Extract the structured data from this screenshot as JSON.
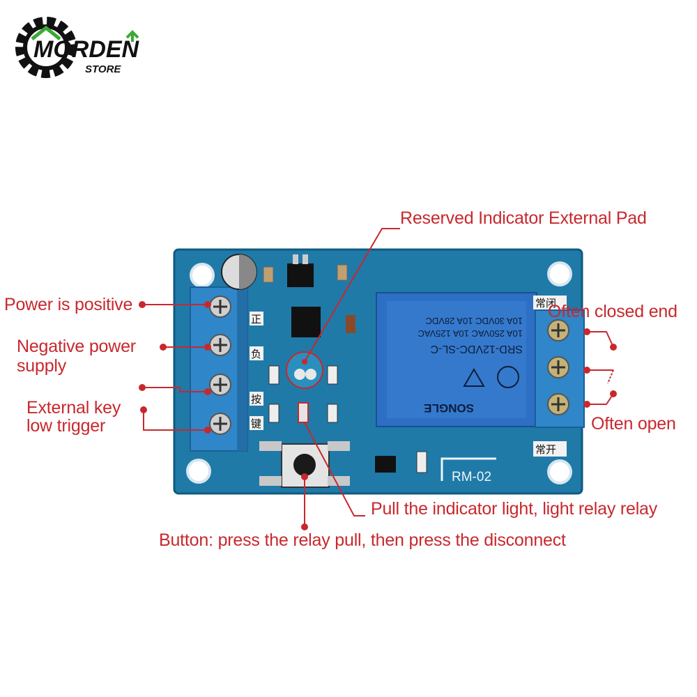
{
  "logo": {
    "brand_main": "MORDEN",
    "brand_sub": "STORE",
    "accent_color": "#3aa935"
  },
  "labels": {
    "reserved_pad": "Reserved Indicator External Pad",
    "power_positive": "Power is positive",
    "negative_power": [
      "Negative power",
      "supply"
    ],
    "external_key": [
      "External key",
      "low trigger"
    ],
    "often_closed": "Often closed end",
    "often_open": "Often open",
    "pull_indicator": "Pull the indicator light, light relay relay",
    "button": "Button: press the relay pull, then press the disconnect"
  },
  "board": {
    "relay_model": "SRD-12VDC-SL-C",
    "relay_ratings": [
      "10A 250VAC  10A 125VAC",
      "10A 30VDC  10A 28VDC"
    ],
    "relay_brand": "SONGLE",
    "board_code": "RM-02",
    "nc_chinese": "常闭",
    "no_chinese": "常开",
    "pin_chinese": [
      "正",
      "负",
      "按",
      "键"
    ]
  },
  "colors": {
    "label_red": "#c8282d",
    "pcb_blue": "#1f7aa8",
    "terminal_blue": "#2f86c9",
    "relay_blue": "#2c6fc4"
  }
}
